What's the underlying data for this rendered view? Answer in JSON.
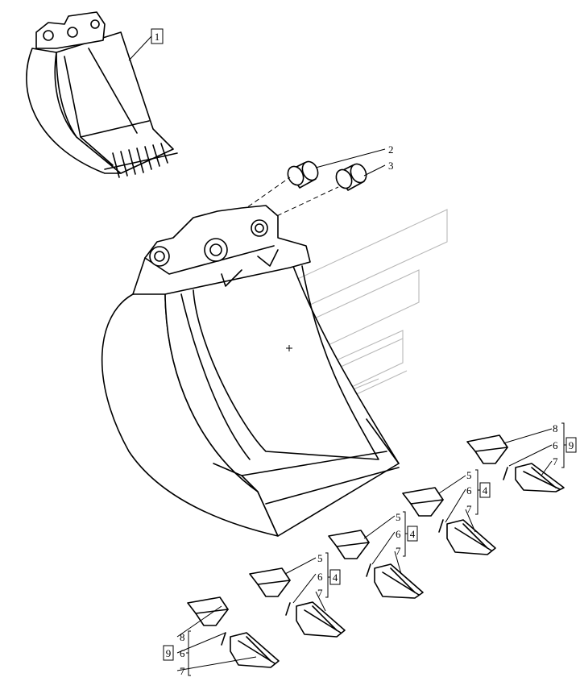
{
  "callouts": {
    "c1": "1",
    "c2": "2",
    "c3": "3",
    "g1": {
      "top": "8",
      "mid": "6",
      "bot": "7",
      "box": "9"
    },
    "g2": {
      "top": "5",
      "mid": "6",
      "bot": "7",
      "box": "4"
    },
    "g3": {
      "top": "5",
      "mid": "6",
      "bot": "7",
      "box": "4"
    },
    "g4": {
      "top": "5",
      "mid": "6",
      "bot": "7",
      "box": "4"
    },
    "g5": {
      "top": "8",
      "mid": "6",
      "bot": "7",
      "box": "9"
    }
  }
}
